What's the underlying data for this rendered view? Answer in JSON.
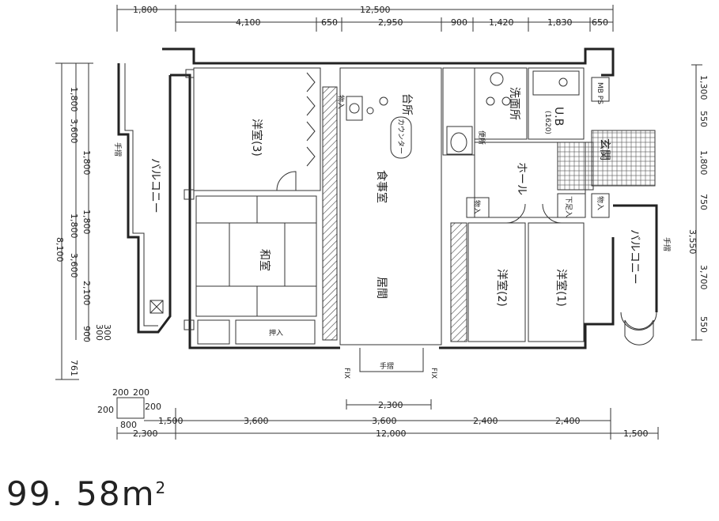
{
  "top_dims": {
    "overall": "12,500",
    "left_offset": "1,800",
    "segments": [
      "4,100",
      "650",
      "2,950",
      "900",
      "1,420",
      "1,830",
      "650"
    ]
  },
  "left_dims": {
    "total": "8,100",
    "outer": [
      "1,800",
      "3,600",
      "1,800",
      "3,600"
    ],
    "inner": [
      "1,800",
      "1,800",
      "2,100"
    ],
    "extra": [
      "900",
      "300",
      "300",
      "761"
    ]
  },
  "right_dims": {
    "items": [
      "1,300",
      "550",
      "1,800",
      "750",
      "3,550",
      "3,700",
      "550"
    ]
  },
  "bottom_dims": {
    "bay": "2,300",
    "small": [
      "200",
      "200",
      "200",
      "200",
      "800"
    ],
    "row1": [
      "1,500",
      "3,600",
      "3,600",
      "2,400",
      "2,400"
    ],
    "row2": [
      "2,300",
      "12,000",
      "1,500"
    ]
  },
  "rooms": {
    "western3": "洋室(3)",
    "japanese": "和室",
    "kitchen": "台所",
    "counter": "カウンター",
    "dining": "食事室",
    "living": "居間",
    "western2": "洋室(2)",
    "western1": "洋室(1)",
    "hall": "ホール",
    "wash": "洗面所",
    "ub": "U.B",
    "ub_size": "(1620)",
    "entrance": "玄関",
    "toilet": "便所",
    "balcony_left": "バルコニー",
    "balcony_right": "バルコニー",
    "storage": "物入",
    "oshiire": "押入",
    "shoebox": "下足入",
    "mbps": "MB PS",
    "handrail": "手摺",
    "fix": "FIX",
    "fix2": "FIX"
  },
  "area": {
    "value": "99. 58m",
    "unit_sup": "2"
  }
}
